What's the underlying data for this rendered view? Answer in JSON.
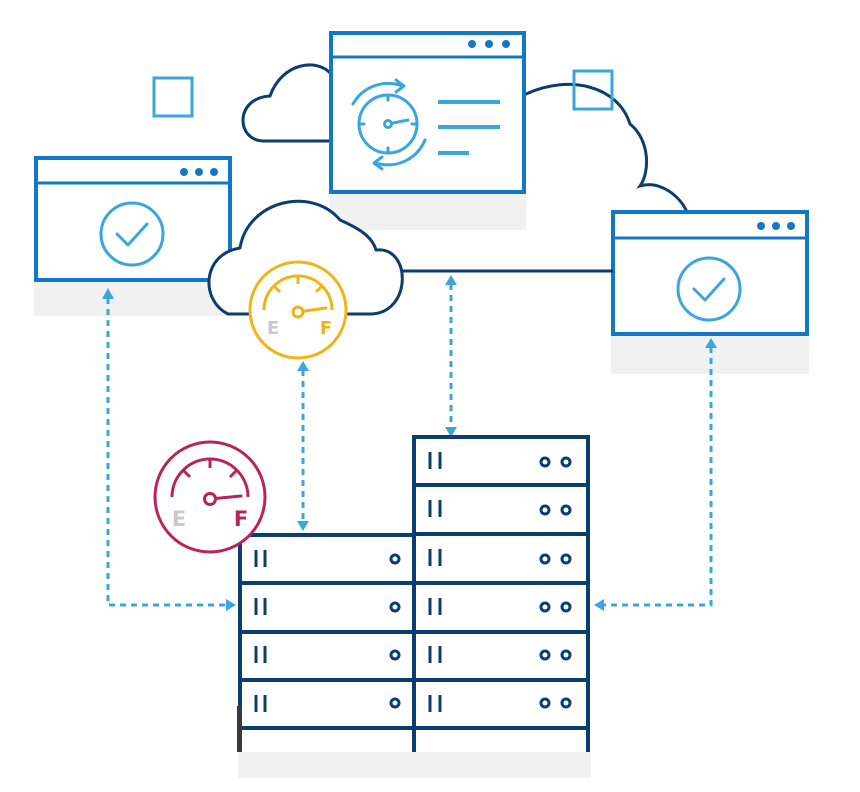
{
  "colors": {
    "navy": "#0b3d6e",
    "blue": "#1377c8",
    "light_blue": "#3aa6dd",
    "shadow": "#f1f1f1",
    "gold": "#f0b418",
    "crimson": "#b8245a",
    "gray_letter": "#c9c9c9",
    "white": "#ffffff"
  },
  "icons": {
    "window": "browser-window-icon",
    "check": "checkmark-icon",
    "cloud": "cloud-icon",
    "gauge": "fuel-gauge-icon",
    "sync": "sync-clock-icon",
    "server": "server-rack-icon"
  },
  "gauges": {
    "cloud_gauge": {
      "empty_label": "E",
      "full_label": "F"
    },
    "server_gauge": {
      "empty_label": "E",
      "full_label": "F"
    }
  }
}
